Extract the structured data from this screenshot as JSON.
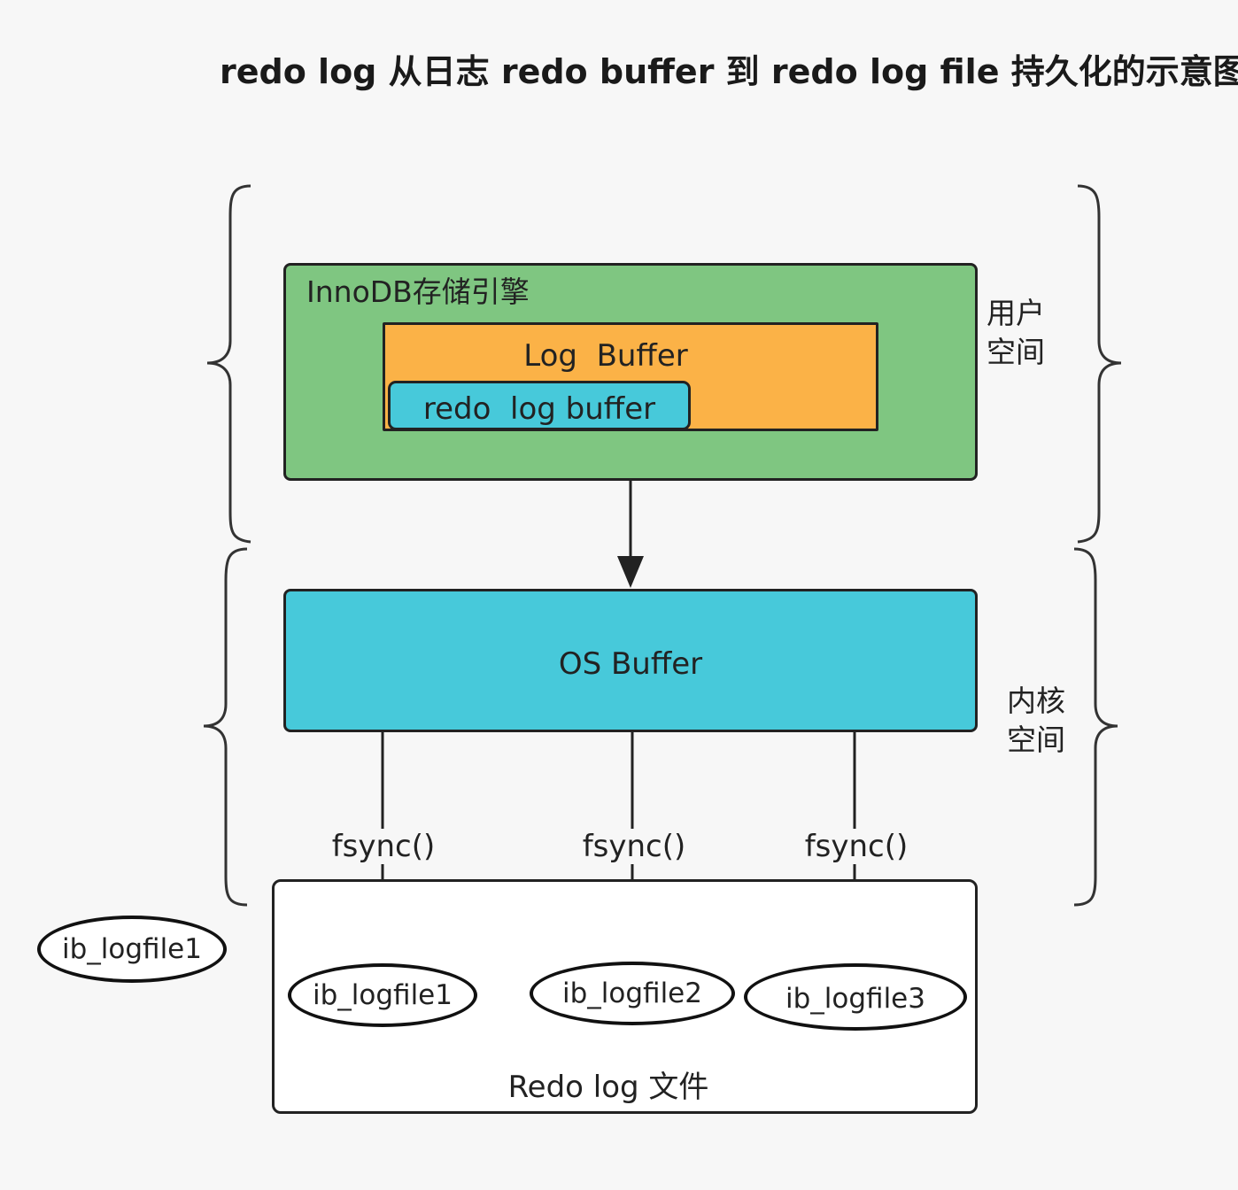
{
  "title": "redo log 从日志 redo buffer  到 redo log file 持久化的示意图",
  "innodb": {
    "label": "InnoDB存储引擎"
  },
  "log_buffer": {
    "label": "Log  Buffer"
  },
  "redo_log_buffer": {
    "label": "redo  log buffer"
  },
  "os_buffer": {
    "label": "OS Buffer"
  },
  "redo_log_file": {
    "label": "Redo log 文件"
  },
  "user_space": {
    "label": "用户空间"
  },
  "kernel_space": {
    "label": "内核空间"
  },
  "fsync_labels": [
    "fsync()",
    "fsync()",
    "fsync()"
  ],
  "logfiles": [
    "ib_logfile1",
    "ib_logfile2",
    "ib_logfile3"
  ],
  "outside_logfile": "ib_logfile1",
  "colors": {
    "innodb": "#7fc681",
    "log_buffer": "#fbb247",
    "redo_buffer": "#47c9da",
    "os_buffer": "#47c9da",
    "background": "#f7f7f7"
  }
}
